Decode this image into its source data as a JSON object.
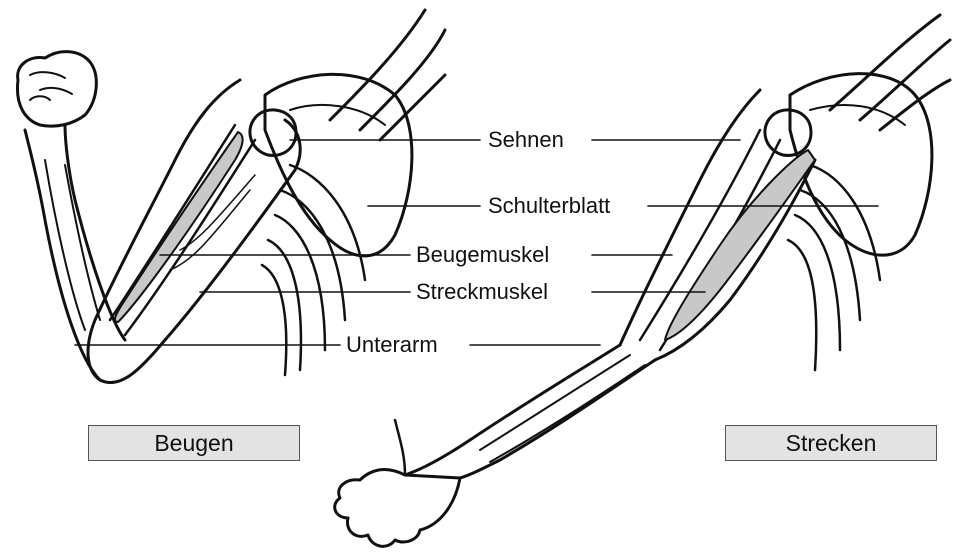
{
  "labels": {
    "sehnen": "Sehnen",
    "schulterblatt": "Schulterblatt",
    "beugemuskel": "Beugemuskel",
    "streckmuskel": "Streckmuskel",
    "unterarm": "Unterarm"
  },
  "captions": {
    "left": "Beugen",
    "right": "Strecken"
  },
  "colors": {
    "line": "#111111",
    "muscle": "#c8c8c8",
    "caption_bg": "#e3e3e3"
  }
}
